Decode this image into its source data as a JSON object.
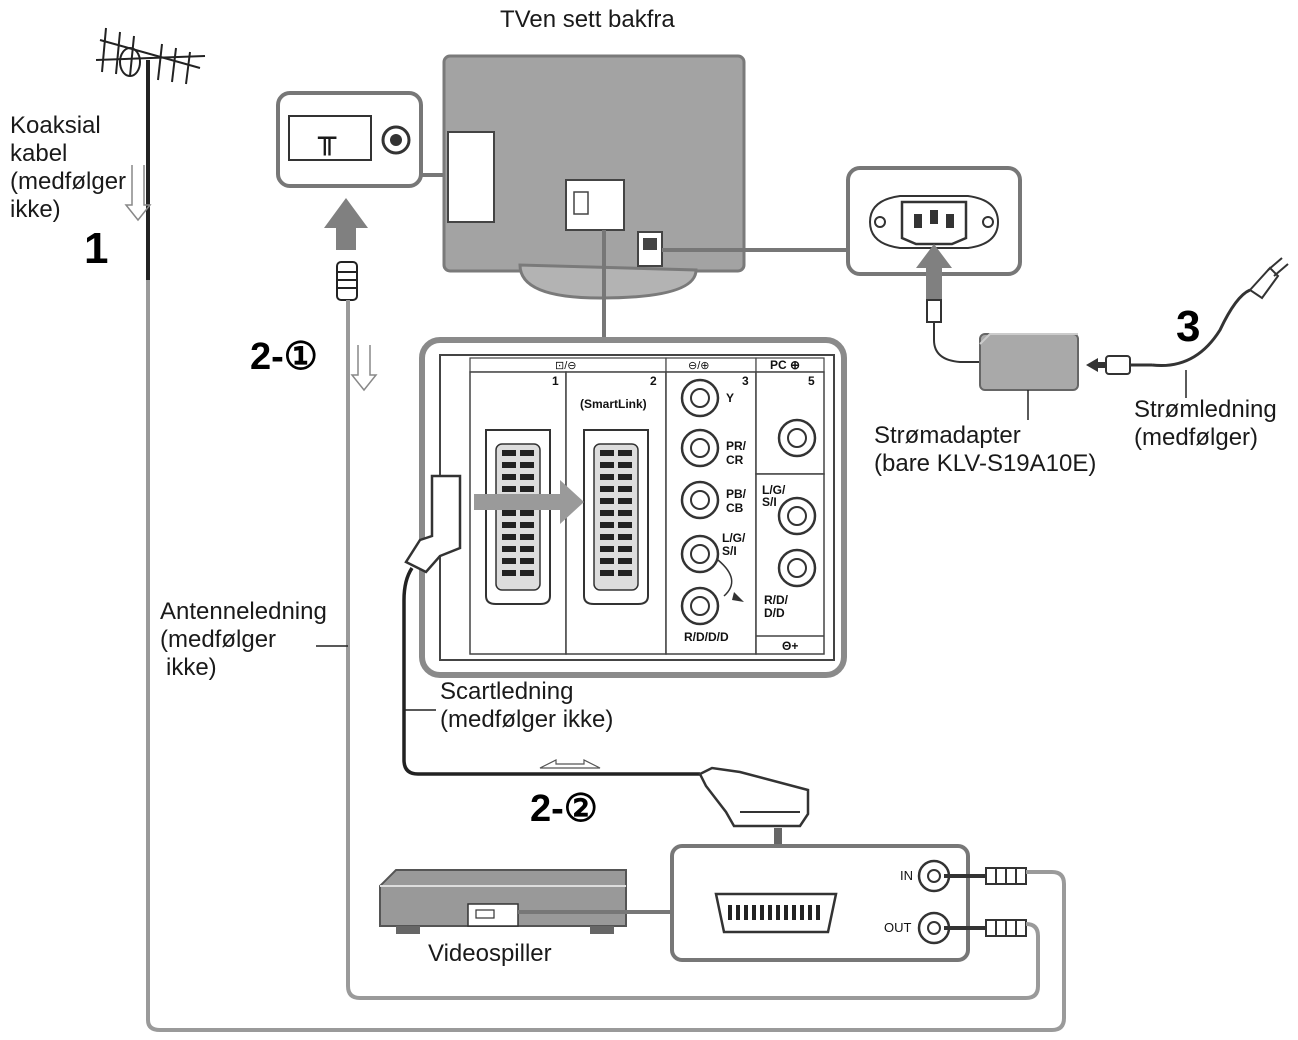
{
  "labels": {
    "tv_back": "TVen sett bakfra",
    "coax": [
      "Koaksial",
      "kabel",
      "(medfølger",
      "ikke)"
    ],
    "antenna_lead": [
      "Antenneledning",
      "(medfølger",
      "ikke)"
    ],
    "scart_lead": [
      "Scartledning",
      "(medfølger ikke)"
    ],
    "power_adapter": [
      "Strømadapter",
      "(bare KLV-S19A10E)"
    ],
    "power_cord": [
      "Strømledning",
      "(medfølger)"
    ],
    "video_player": "Videospiller"
  },
  "steps": {
    "step1": "1",
    "step2_1": "2-①",
    "step2_2": "2-②",
    "step3": "3"
  },
  "panel": {
    "header_1": "⊡/⊖",
    "header_2": "⊖/⊕",
    "header_3": "PC ⊕",
    "num_1": "1",
    "num_2": "2",
    "num_3": "3",
    "num_5": "5",
    "smartlink": "(SmartLink)",
    "y": "Y",
    "pr": "PR/",
    "cr": "CR",
    "pb": "PB/",
    "cb": "CB",
    "lgsi": "L/G/",
    "si": "S/I",
    "rddd": "R/D/D/D",
    "rd": "R/D/",
    "dd": "D/D",
    "headphone": "Θ+"
  },
  "vcr": {
    "in": "IN",
    "out": "OUT"
  },
  "antenna_socket": "╥"
}
